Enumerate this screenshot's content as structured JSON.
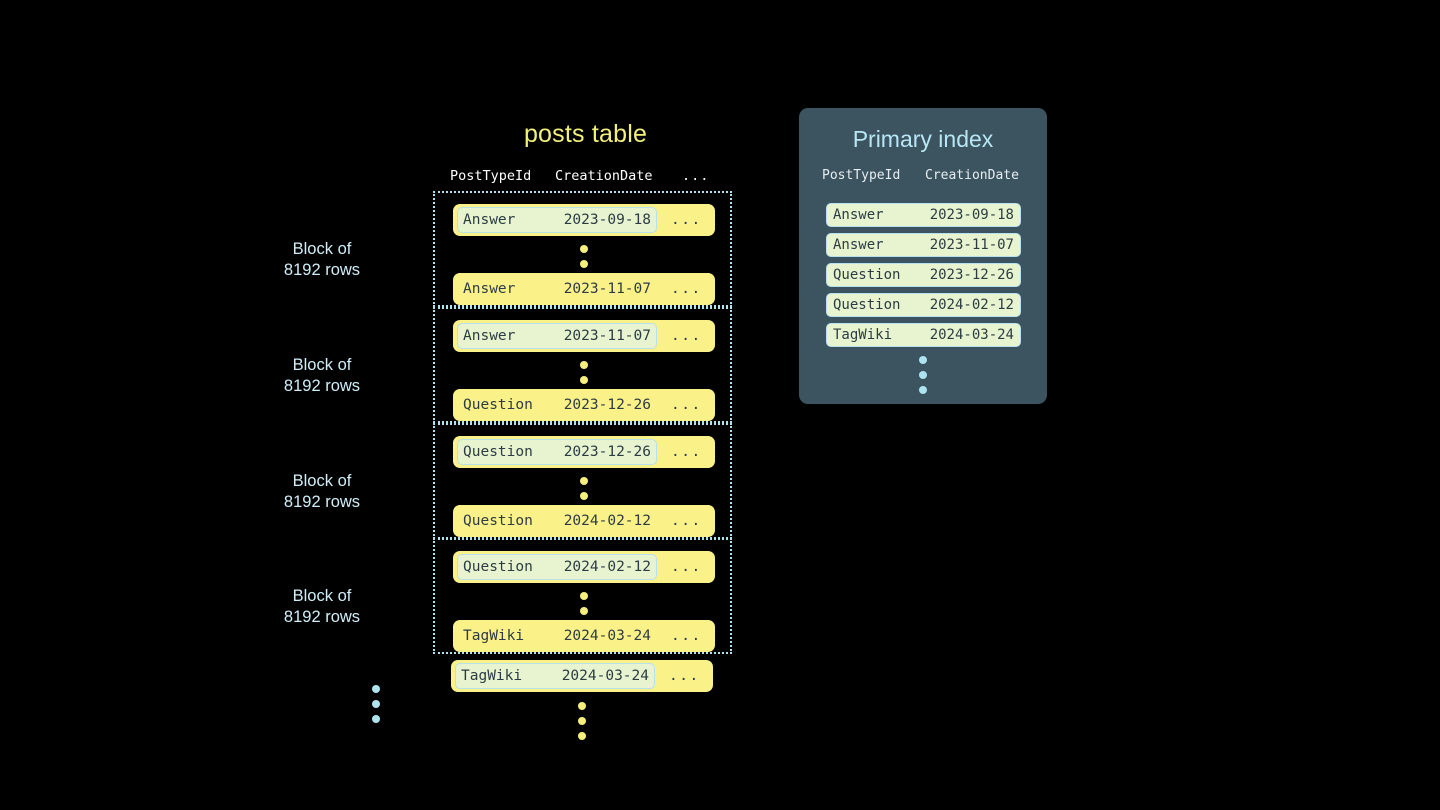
{
  "background_color": "#000000",
  "colors": {
    "row_yellow": "#fbf189",
    "highlight_green": "#e7f4cf",
    "highlight_border": "#b8e0ee",
    "panel_slate": "#3c5360",
    "accent_blue": "#aee3f0",
    "title_yellow": "#f2f07a",
    "text_dark": "#2c3c45"
  },
  "posts_table": {
    "title": "posts table",
    "columns": [
      "PostTypeId",
      "CreationDate",
      "..."
    ],
    "more_cell": "...",
    "blocks": [
      {
        "label_line1": "Block of",
        "label_line2": "8192 rows",
        "first_row": {
          "post_type_id": "Answer",
          "creation_date": "2023-09-18",
          "more": "...",
          "highlighted": true
        },
        "last_row": {
          "post_type_id": "Answer",
          "creation_date": "2023-11-07",
          "more": "...",
          "highlighted": false
        }
      },
      {
        "label_line1": "Block of",
        "label_line2": "8192 rows",
        "first_row": {
          "post_type_id": "Answer",
          "creation_date": "2023-11-07",
          "more": "...",
          "highlighted": true
        },
        "last_row": {
          "post_type_id": "Question",
          "creation_date": "2023-12-26",
          "more": "...",
          "highlighted": false
        }
      },
      {
        "label_line1": "Block of",
        "label_line2": "8192 rows",
        "first_row": {
          "post_type_id": "Question",
          "creation_date": "2023-12-26",
          "more": "...",
          "highlighted": true
        },
        "last_row": {
          "post_type_id": "Question",
          "creation_date": "2024-02-12",
          "more": "...",
          "highlighted": false
        }
      },
      {
        "label_line1": "Block of",
        "label_line2": "8192 rows",
        "first_row": {
          "post_type_id": "Question",
          "creation_date": "2024-02-12",
          "more": "...",
          "highlighted": true
        },
        "last_row": {
          "post_type_id": "TagWiki",
          "creation_date": "2024-03-24",
          "more": "...",
          "highlighted": false
        }
      }
    ],
    "trailing_row": {
      "post_type_id": "TagWiki",
      "creation_date": "2024-03-24",
      "more": "...",
      "highlighted": true
    }
  },
  "primary_index": {
    "title": "Primary index",
    "columns": [
      "PostTypeId",
      "CreationDate"
    ],
    "rows": [
      {
        "post_type_id": "Answer",
        "creation_date": "2023-09-18"
      },
      {
        "post_type_id": "Answer",
        "creation_date": "2023-11-07"
      },
      {
        "post_type_id": "Question",
        "creation_date": "2023-12-26"
      },
      {
        "post_type_id": "Question",
        "creation_date": "2024-02-12"
      },
      {
        "post_type_id": "TagWiki",
        "creation_date": "2024-03-24"
      }
    ]
  }
}
